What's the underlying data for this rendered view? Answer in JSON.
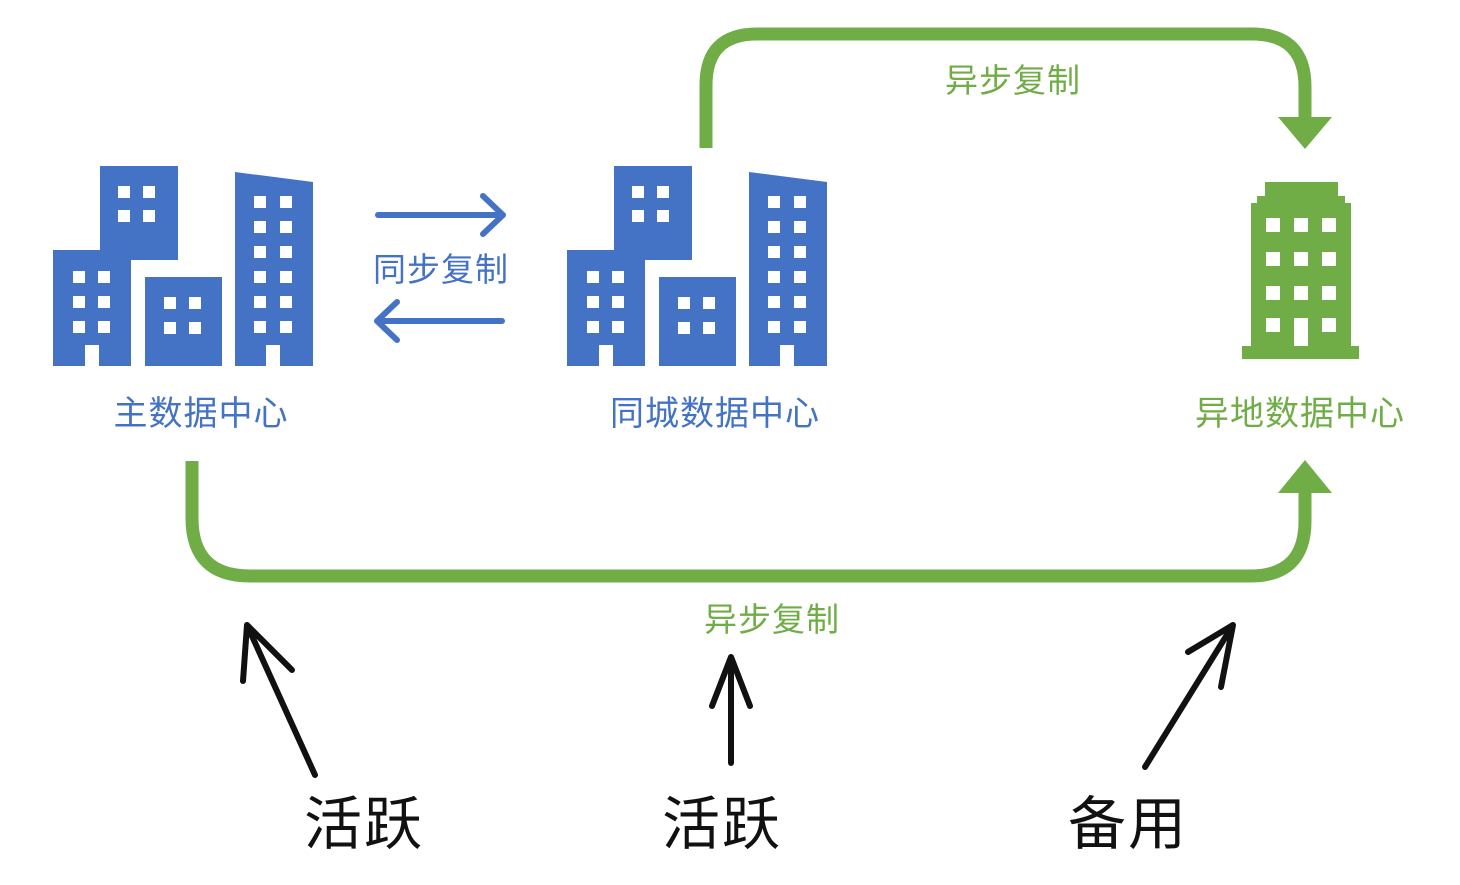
{
  "colors": {
    "primary_blue": "#4472C4",
    "backup_green": "#70AD47",
    "text_black": "#111111"
  },
  "data_centers": {
    "primary": {
      "label": "主数据中心",
      "icon": "office-buildings-icon",
      "color": "#4472C4"
    },
    "same_city": {
      "label": "同城数据中心",
      "icon": "office-buildings-icon",
      "color": "#4472C4"
    },
    "remote": {
      "label": "异地数据中心",
      "icon": "tower-building-icon",
      "color": "#70AD47"
    }
  },
  "replication": {
    "sync_label": "同步复制",
    "async_top_label": "异步复制",
    "async_bottom_label": "异步复制"
  },
  "roles": {
    "primary": "活跃",
    "same_city": "活跃",
    "remote": "备用"
  }
}
